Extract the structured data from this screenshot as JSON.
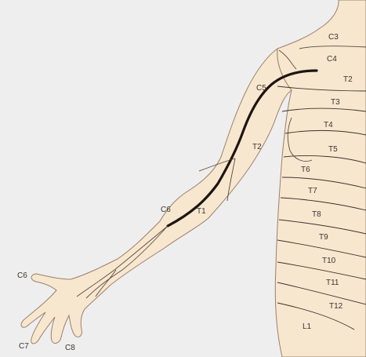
{
  "labels": {
    "c3": "C3",
    "c4": "C4",
    "c5": "C5",
    "t2_trunk": "T2",
    "t3": "T3",
    "t4": "T4",
    "t5": "T5",
    "t6": "T6",
    "t7": "T7",
    "t8": "T8",
    "t9": "T9",
    "t10": "T10",
    "t11": "T11",
    "t12": "T12",
    "l1": "L1",
    "t2_arm": "T2",
    "c6_forearm": "C6",
    "t1": "T1",
    "c6_hand": "C6",
    "c7": "C7",
    "c8": "C8"
  },
  "colors": {
    "skin": "#f8e7cf",
    "outline": "#9a7f6a",
    "band_line": "#3e302a",
    "axial_line": "#1d1512",
    "background": "#efeeee"
  }
}
